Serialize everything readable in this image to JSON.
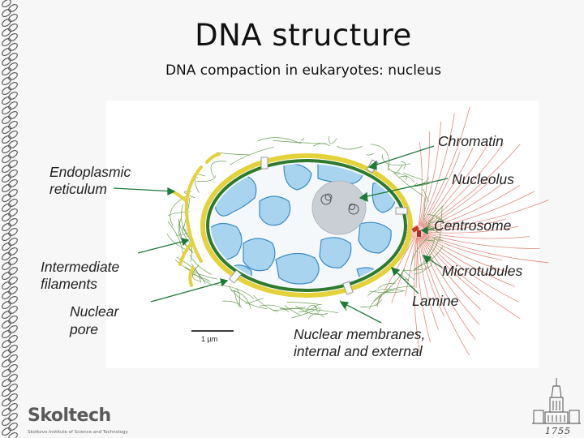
{
  "slide": {
    "title": "DNA structure",
    "subtitle": "DNA compaction in eukaryotes: nucleus"
  },
  "diagram": {
    "labels": {
      "chromatin": "Chromatin",
      "nucleolus": "Nucleolus",
      "centrosome": "Centrosome",
      "microtubules": "Microtubules",
      "lamine": "Lamine",
      "er_line1": "Endoplasmic",
      "er_line2": "reticulum",
      "if_line1": "Intermediate",
      "if_line2": "filaments",
      "pore_line1": "Nuclear",
      "pore_line2": "pore",
      "membranes_line1": "Nuclear membranes,",
      "membranes_line2": "internal and external",
      "scale_bar": "1 µm"
    },
    "colors": {
      "chromatin_blue": "#a8d4ef",
      "chromatin_edge": "#3d8cc4",
      "lamina_green": "#2f7a2f",
      "membrane_yellow": "#e4d23a",
      "filament_green": "#5f9a4a",
      "microtubule_red": "#e28a7e",
      "nucleolus_gray": "#c9cfd4"
    }
  },
  "branding": {
    "logo_text": "Skoltech",
    "logo_subtext": "Skolkovo Institute of Science and Technology",
    "emblem_year": "1755"
  }
}
